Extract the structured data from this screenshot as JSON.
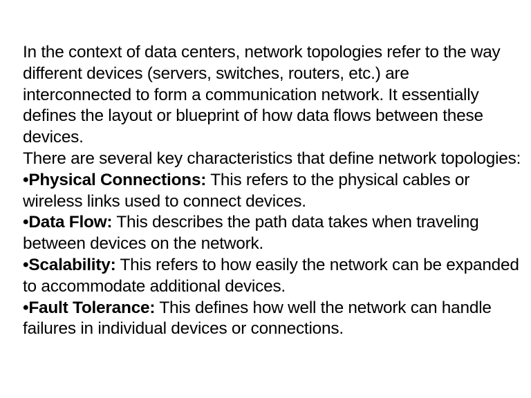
{
  "slide": {
    "background_color": "#ffffff",
    "text_color": "#000000",
    "paragraphs": {
      "intro_line1": "In the context of data centers, network topologies refer to the way",
      "intro_line2": "different devices (servers, switches, routers, etc.) are",
      "intro_rest": "interconnected to form a communication network. It essentially defines the layout or blueprint of how data flows between these devices.",
      "lead_in": "There are several key characteristics that define network topologies:"
    },
    "bullet_marker": "•",
    "bullets": [
      {
        "heading": "Physical Connections:",
        "text": " This refers to the physical cables or wireless links used to connect devices."
      },
      {
        "heading": "Data Flow:",
        "text": " This describes the path data takes when traveling between devices on the network."
      },
      {
        "heading": "Scalability:",
        "text": " This refers to how easily the network can be expanded to accommodate additional devices."
      },
      {
        "heading": "Fault Tolerance:",
        "text": " This defines how well the network can handle failures in individual devices or connections."
      }
    ]
  }
}
